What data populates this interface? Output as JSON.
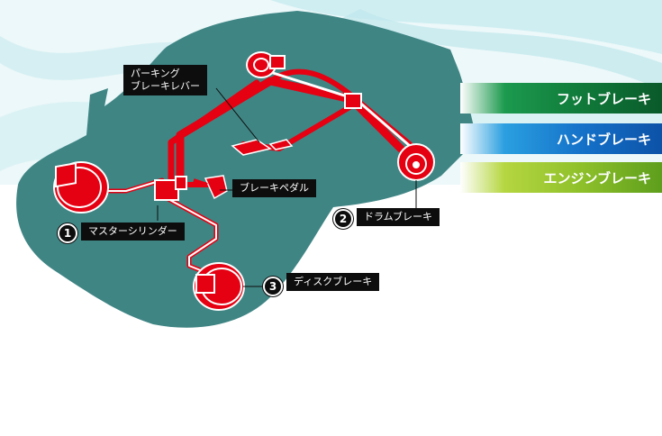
{
  "menu": {
    "foot_brake": "フットブレーキ",
    "hand_brake": "ハンドブレーキ",
    "engine_brake": "エンジンブレーキ"
  },
  "callouts": {
    "parking_lever_line1": "パーキング",
    "parking_lever_line2": "ブレーキレバー",
    "brake_pedal": "ブレーキペダル",
    "master_cylinder": "マスターシリンダー",
    "drum_brake": "ドラムブレーキ",
    "disc_brake": "ディスクブレーキ"
  },
  "markers": {
    "one": "1",
    "two": "2",
    "three": "3"
  },
  "colors": {
    "car_body": "#3f8584",
    "brake_line": "#e50012",
    "foot_brake": "#107a3a",
    "hand_brake": "#1572c9",
    "engine_brake": "#8ec02a"
  }
}
